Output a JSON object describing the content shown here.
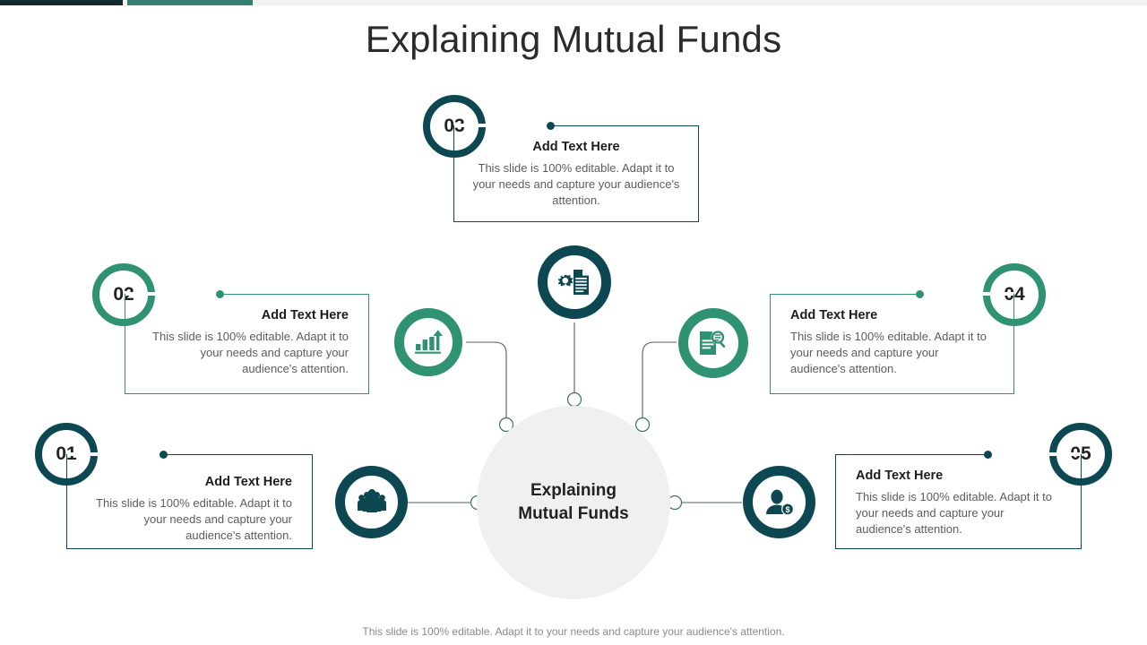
{
  "topbar": {
    "segment_1_color": "#102a2b",
    "segment_2_color": "#357f72",
    "track_color": "#f2f2f2"
  },
  "header": {
    "title": "Explaining Mutual Funds"
  },
  "hub": {
    "label": "Explaining\nMutual Funds",
    "background_color": "#f0f0f0"
  },
  "theme": {
    "dark_teal": "#0d4852",
    "green": "#2f9272",
    "body_text": "#5c5c5c",
    "heading_text": "#1d1d1d"
  },
  "footer": {
    "note": "This slide is 100% editable. Adapt it to your needs and capture your audience's attention."
  },
  "steps": [
    {
      "number": "01",
      "accent": "#0d4852",
      "headline": "Add Text Here",
      "body": "This slide is 100% editable. Adapt it to your needs and capture your audience's attention.",
      "icon": "people-group-icon",
      "align": "right"
    },
    {
      "number": "02",
      "accent": "#2f9272",
      "headline": "Add Text Here",
      "body": "This slide is 100% editable. Adapt it to your needs and capture your audience's attention.",
      "icon": "growth-chart-icon",
      "align": "right"
    },
    {
      "number": "03",
      "accent": "#0d4852",
      "headline": "Add Text Here",
      "body": "This slide is 100% editable. Adapt it to your needs and capture your audience's attention.",
      "icon": "document-gear-icon",
      "align": "center"
    },
    {
      "number": "04",
      "accent": "#2f9272",
      "headline": "Add Text Here",
      "body": "This slide is 100% editable. Adapt it to your needs and capture your audience's attention.",
      "icon": "document-search-icon",
      "align": "left"
    },
    {
      "number": "05",
      "accent": "#0d4852",
      "headline": "Add Text Here",
      "body": "This slide is 100% editable. Adapt it to your needs and capture your audience's attention.",
      "icon": "person-money-icon",
      "align": "left"
    }
  ]
}
